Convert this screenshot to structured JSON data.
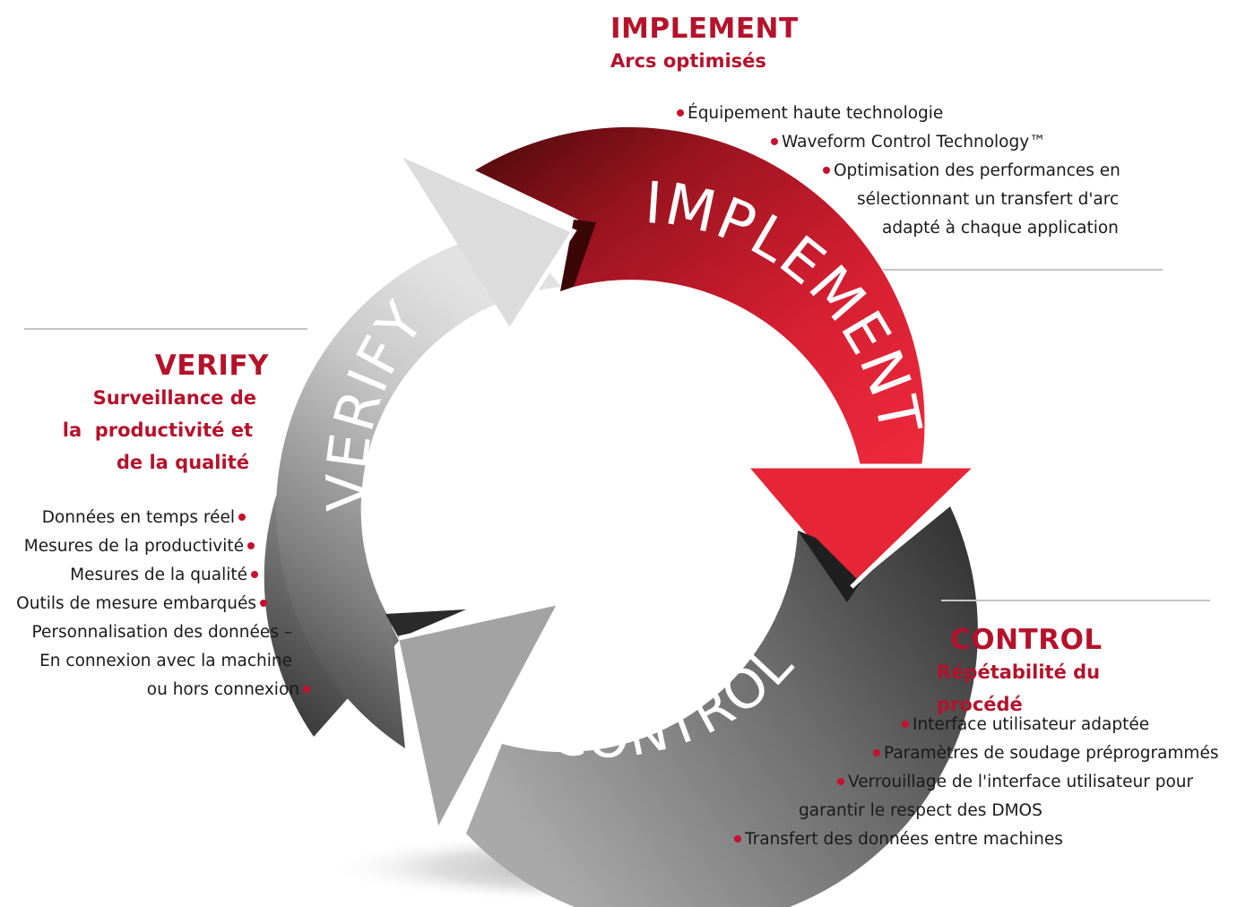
{
  "colors": {
    "accent_red": "#c8102e",
    "text_dark": "#1a1a1a",
    "arrow_implement": "#d9202f",
    "arrow_control": "#3a3a3a",
    "arrow_verify": "#d6d6d6"
  },
  "cycle": {
    "implement_label": "IMPLEMENT",
    "control_label": "CONTROL",
    "verify_label": "VERIFY"
  },
  "implement": {
    "title": "IMPLEMENT",
    "subtitle": "Arcs optimisés",
    "bullets": [
      {
        "lines": [
          "Équipement haute technologie"
        ]
      },
      {
        "lines": [
          "Waveform Control Technology™"
        ]
      },
      {
        "lines": [
          "Optimisation des performances en",
          "sélectionnant un transfert d'arc",
          "adapté à chaque application"
        ]
      }
    ]
  },
  "verify": {
    "title": "VERIFY",
    "subtitle_lines": [
      "Surveillance de",
      "la  productivité et",
      "de la qualité"
    ],
    "bullets": [
      {
        "lines": [
          "Données en temps réel"
        ]
      },
      {
        "lines": [
          "Mesures de la productivité"
        ]
      },
      {
        "lines": [
          "Mesures de la qualité"
        ]
      },
      {
        "lines": [
          "Outils de mesure embarqués"
        ]
      },
      {
        "lines": [
          "Personnalisation des données –",
          "En connexion avec la machine",
          "ou hors connexion"
        ]
      }
    ]
  },
  "control": {
    "title": "CONTROL",
    "subtitle": "Répétabilité du procédé",
    "bullets": [
      {
        "lines": [
          "Interface utilisateur adaptée"
        ]
      },
      {
        "lines": [
          "Paramètres de soudage préprogrammés"
        ]
      },
      {
        "lines": [
          "Verrouillage de l'interface utilisateur pour",
          "garantir le respect des DMOS"
        ]
      },
      {
        "lines": [
          "Transfert des données entre machines"
        ]
      }
    ]
  }
}
